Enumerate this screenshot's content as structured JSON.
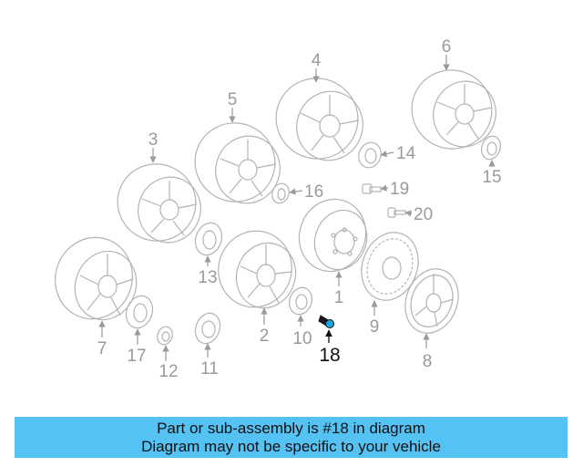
{
  "diagram": {
    "callouts": {
      "c1": "1",
      "c2": "2",
      "c3": "3",
      "c4": "4",
      "c5": "5",
      "c6": "6",
      "c7": "7",
      "c8": "8",
      "c9": "9",
      "c10": "10",
      "c11": "11",
      "c12": "12",
      "c13": "13",
      "c14": "14",
      "c15": "15",
      "c16": "16",
      "c17": "17",
      "c18": "18",
      "c19": "19",
      "c20": "20"
    },
    "highlight_color": "#1aa7e0",
    "line_color": "#b3b3b3"
  },
  "banner": {
    "line1": "Part or sub-assembly is #18 in diagram",
    "line2": "Diagram may not be specific to your vehicle",
    "background": "#55c2f4"
  }
}
